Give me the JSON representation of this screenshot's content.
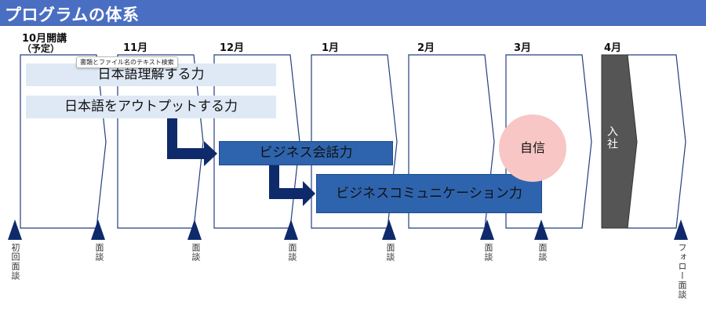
{
  "header": {
    "title": "プログラムの体系"
  },
  "months": {
    "oct_line1": "10月開講",
    "oct_line2": "（予定）",
    "nov": "11月",
    "dec": "12月",
    "jan": "1月",
    "feb": "2月",
    "mar": "3月",
    "apr": "4月"
  },
  "tooltip": "書類とファイル名のテキスト検索",
  "skills": {
    "understand": "日本語理解する力",
    "output": "日本語をアウトプットする力",
    "business_talk": "ビジネス会話力",
    "business_comm": "ビジネスコミュニケーション力"
  },
  "confidence": "自信",
  "joining": "入社",
  "interviews": {
    "first": "初回面談",
    "regular": "面談",
    "follow": "フォロー面談"
  },
  "colors": {
    "header": "#4a6fc2",
    "skill_light": "#dfe9f5",
    "skill_blue": "#2e64ae",
    "arrow_navy": "#0f2a6b",
    "confidence": "#f8c6c4",
    "joining": "#555555"
  }
}
